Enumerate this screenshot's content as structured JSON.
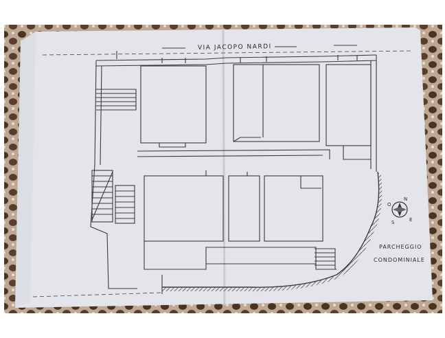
{
  "plan": {
    "street_label": "VIA JACOPO NARDI",
    "parking_label_line1": "PARCHEGGIO",
    "parking_label_line2": "CONDOMINIALE",
    "compass_letters": [
      "O",
      "N",
      "E",
      "S"
    ]
  },
  "colors": {
    "carpet_dark": "#5a3e2c",
    "carpet_light": "#c9b8a4",
    "paper": "#e4e6ec",
    "ink": "#3a3a3a"
  }
}
